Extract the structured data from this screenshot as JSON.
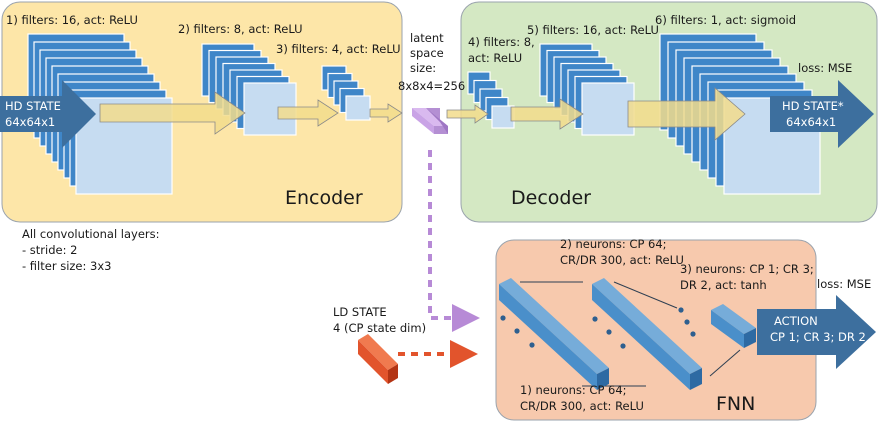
{
  "encoder": {
    "title": "Encoder",
    "input_label": "HD STATE",
    "input_size": "64x64x1",
    "layers": [
      "1) filters: 16, act: ReLU",
      "2) filters: 8, act: ReLU",
      "3) filters: 4, act: ReLU"
    ]
  },
  "latent": {
    "line1": "latent",
    "line2": "space",
    "line3": "size:",
    "line4": "8x8x4=256"
  },
  "decoder": {
    "title": "Decoder",
    "output_label": "HD STATE*",
    "output_size": "64x64x1",
    "loss": "loss: MSE",
    "layers": [
      {
        "line1": "4) filters: 8,",
        "line2": "act: ReLU"
      },
      "5) filters: 16, act: ReLU",
      "6) filters: 1, act: sigmoid"
    ]
  },
  "notes": {
    "heading": "All convolutional layers:",
    "stride": "- stride: 2",
    "filter_size": "- filter size: 3x3"
  },
  "ld_state": {
    "label": "LD STATE",
    "dim": "4 (CP state dim)"
  },
  "fnn": {
    "title": "FNN",
    "loss": "loss: MSE",
    "action_label": "ACTION",
    "action_values": "CP 1; CR 3; DR 2",
    "layers": [
      {
        "line1": "1) neurons: CP 64;",
        "line2": "CR/DR 300, act: ReLU"
      },
      {
        "line1": "2) neurons: CP 64;",
        "line2": "CR/DR 300, act: ReLU"
      },
      {
        "line1": "3) neurons: CP 1; CR 3;",
        "line2": "DR 2, act: tanh"
      }
    ]
  },
  "colors": {
    "encoder_panel": "#fde6a8",
    "decoder_panel": "#d4e8c3",
    "fnn_panel": "#f7c9ad",
    "filter_fill": "#c6dcf1",
    "filter_edge": "#4a8fca",
    "state_arrow": "#3d6f9e",
    "latent_connector": "#b78ad6",
    "ld_connector": "#e2542c"
  }
}
